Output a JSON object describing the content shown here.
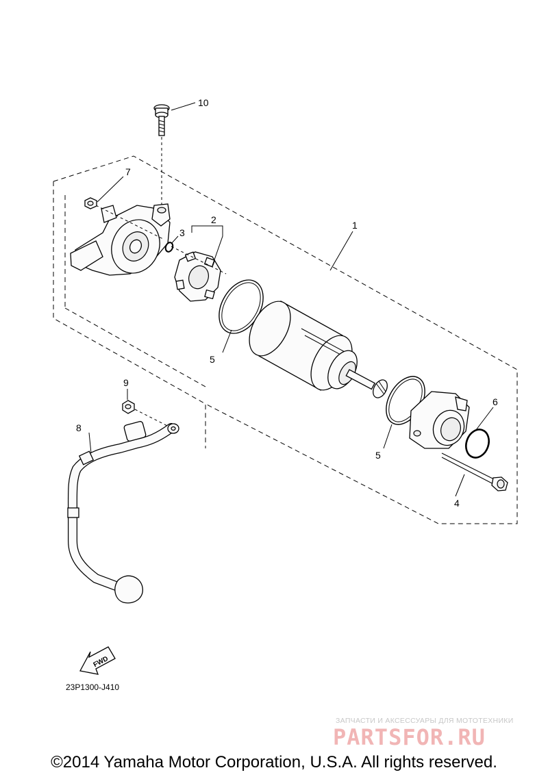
{
  "callouts": [
    "1",
    "2",
    "3",
    "4",
    "5",
    "5",
    "6",
    "7",
    "8",
    "9",
    "10"
  ],
  "diagram_code": "23P1300-J410",
  "fwd_label": "FWD",
  "watermark": {
    "tagline": "ЗАПЧАСТИ И АКСЕССУАРЫ ДЛЯ МОТОТЕХНИКИ",
    "brand": "PARTSFOR.RU"
  },
  "copyright": "©2014 Yamaha Motor Corporation, U.S.A. All rights reserved."
}
